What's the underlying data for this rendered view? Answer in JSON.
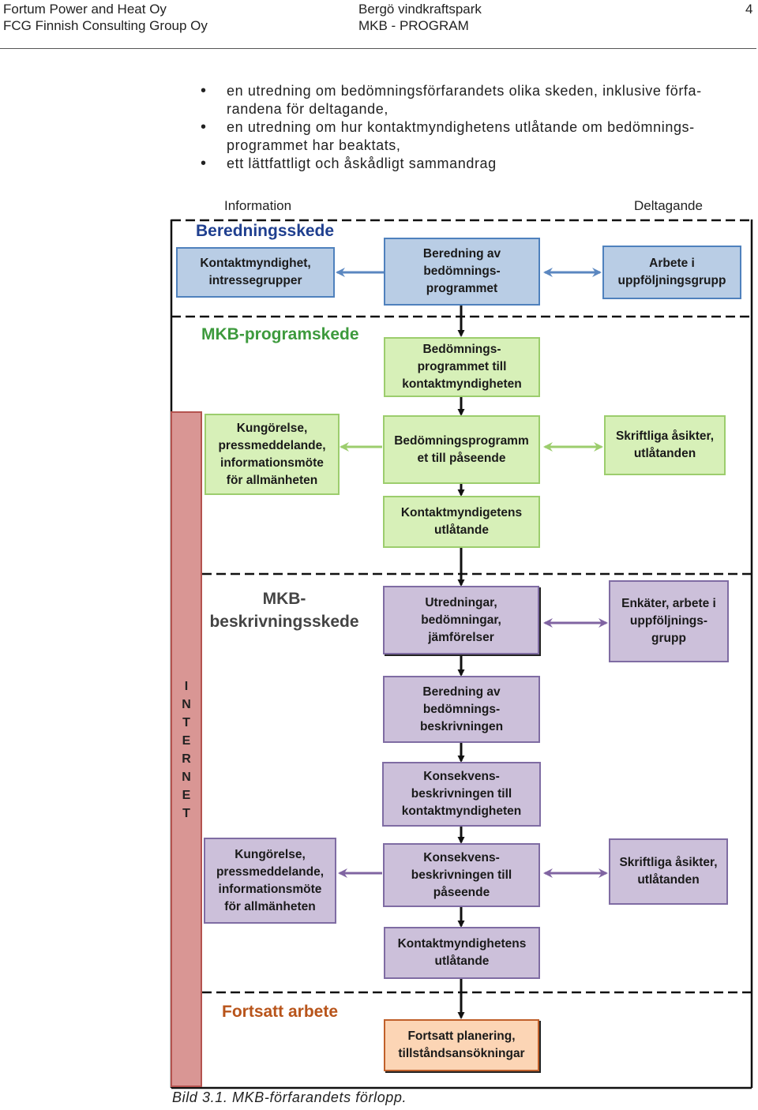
{
  "header": {
    "company": "Fortum Power and Heat Oy",
    "consultant": "FCG Finnish Consulting Group Oy",
    "project": "Bergö vindkraftspark",
    "document": "MKB - PROGRAM",
    "page_number": "4"
  },
  "bullets": [
    "en utredning om bedömningsförfarandets olika skeden, inklusive förfa-randena för deltagande,",
    "en utredning om hur kontaktmyndighetens utlåtande om bedömnings-programmet har beaktats,",
    "ett lättfattligt och åskådligt sammandrag"
  ],
  "diagram": {
    "column_labels": {
      "information": "Information",
      "participation": "Deltagande"
    },
    "phases": {
      "preparation": "Beredningsskede",
      "program": "MKB-programskede",
      "description": "MKB-\nbeskrivningsskede",
      "continued": "Fortsatt arbete"
    },
    "internet_label": "I\nN\nT\nE\nR\nN\nE\nT",
    "boxes": {
      "contact_authority": "Kontaktmyndighet,\nintressegrupper",
      "prep_program": "Beredning av\nbedömnings-\nprogrammet",
      "follow_up_group": "Arbete i\nuppföljningsgrupp",
      "program_to_authority": "Bedömnings-\nprogrammet till\nkontaktmyndigheten",
      "announcement_1": "Kungörelse,\npressmeddelande,\ninformationsmöte\nför allmänheten",
      "program_on_display": "Bedömningsprogramm\net till påseende",
      "written_opinions_1": "Skriftliga åsikter,\nutlåtanden",
      "authority_statement_1": "Kontaktmyndigetens\nutlåtande",
      "studies": "Utredningar,\nbedömningar,\njämförelser",
      "surveys": "Enkäter, arbete i\nuppföljnings-\ngrupp",
      "prep_description": "Beredning av\nbedömnings-\nbeskrivningen",
      "description_to_authority": "Konsekvens-\nbeskrivningen till\nkontaktmyndigheten",
      "announcement_2": "Kungörelse,\npressmeddelande,\ninformationsmöte\nför allmänheten",
      "description_on_display": "Konsekvens-\nbeskrivningen till\npåseende",
      "written_opinions_2": "Skriftliga åsikter,\nutlåtanden",
      "authority_statement_2": "Kontaktmyndighetens\nutlåtande",
      "continued_planning": "Fortsatt planering,\ntillståndsansökningar"
    },
    "colors": {
      "preparation": "#b9cde5",
      "program": "#d7f0b8",
      "description": "#ccc0da",
      "continued": "#fcd5b5",
      "internet": "#d99694",
      "phase_title_preparation": "#1f3f8f",
      "phase_title_program": "#3d9a3d",
      "phase_title_continued": "#b8541a"
    }
  },
  "caption": "Bild 3.1. MKB-förfarandets förlopp."
}
